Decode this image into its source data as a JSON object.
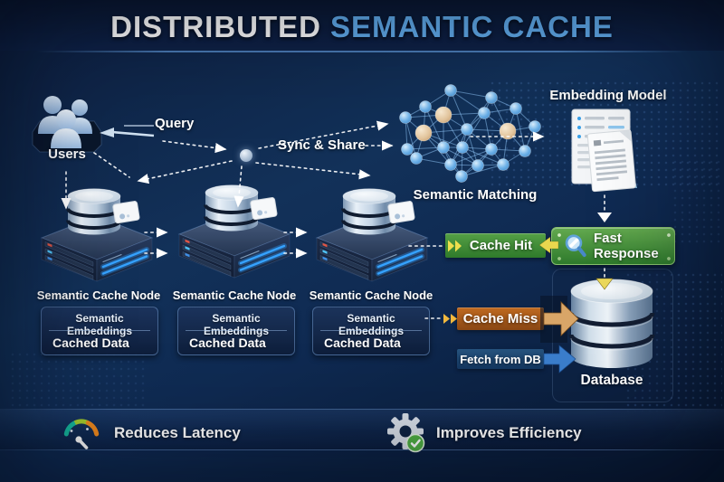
{
  "title": {
    "white": "DISTRIBUTED",
    "accent": "SEMANTIC CACHE"
  },
  "flow": {
    "users": "Users",
    "query": "Query",
    "sync_share": "Sync & Share",
    "semantic_matching": "Semantic Matching",
    "embedding_model": "Embedding Model",
    "cache_hit": "Cache Hit",
    "fast_response": "Fast Response",
    "cache_miss": "Cache Miss",
    "fetch_from_db": "Fetch from DB",
    "database": "Database"
  },
  "cache_nodes": [
    {
      "title": "Semantic Cache Node",
      "embeddings_label": "Semantic Embeddings",
      "cached_label": "Cached Data"
    },
    {
      "title": "Semantic Cache Node",
      "embeddings_label": "Semantic Embeddings",
      "cached_label": "Cached Data"
    },
    {
      "title": "Semantic Cache Node",
      "embeddings_label": "Semantic Embeddings",
      "cached_label": "Cached Data"
    }
  ],
  "footer": {
    "left": "Reduces Latency",
    "right": "Improves Efficiency"
  },
  "icons": {
    "users": "users-icon",
    "network": "semantic-network-icon",
    "documents": "documents-icon",
    "server_cube": "server-cube-icon",
    "db_cylinder": "db-cylinder-icon",
    "chat_card": "chat-card-icon",
    "magnifier": "magnifier-icon",
    "database": "database-icon",
    "gauge": "gauge-icon",
    "gear": "gear-icon",
    "check": "check-icon"
  },
  "colors": {
    "background": "#0f2a52",
    "title_accent": "#62aeef",
    "hit_green": "#3f8c33",
    "miss_orange": "#b2611e",
    "fetch_blue": "#27547f",
    "arrow_yellow": "#e8d74e",
    "node_beige": "#e3c59d",
    "node_blue": "#6db1e8"
  }
}
